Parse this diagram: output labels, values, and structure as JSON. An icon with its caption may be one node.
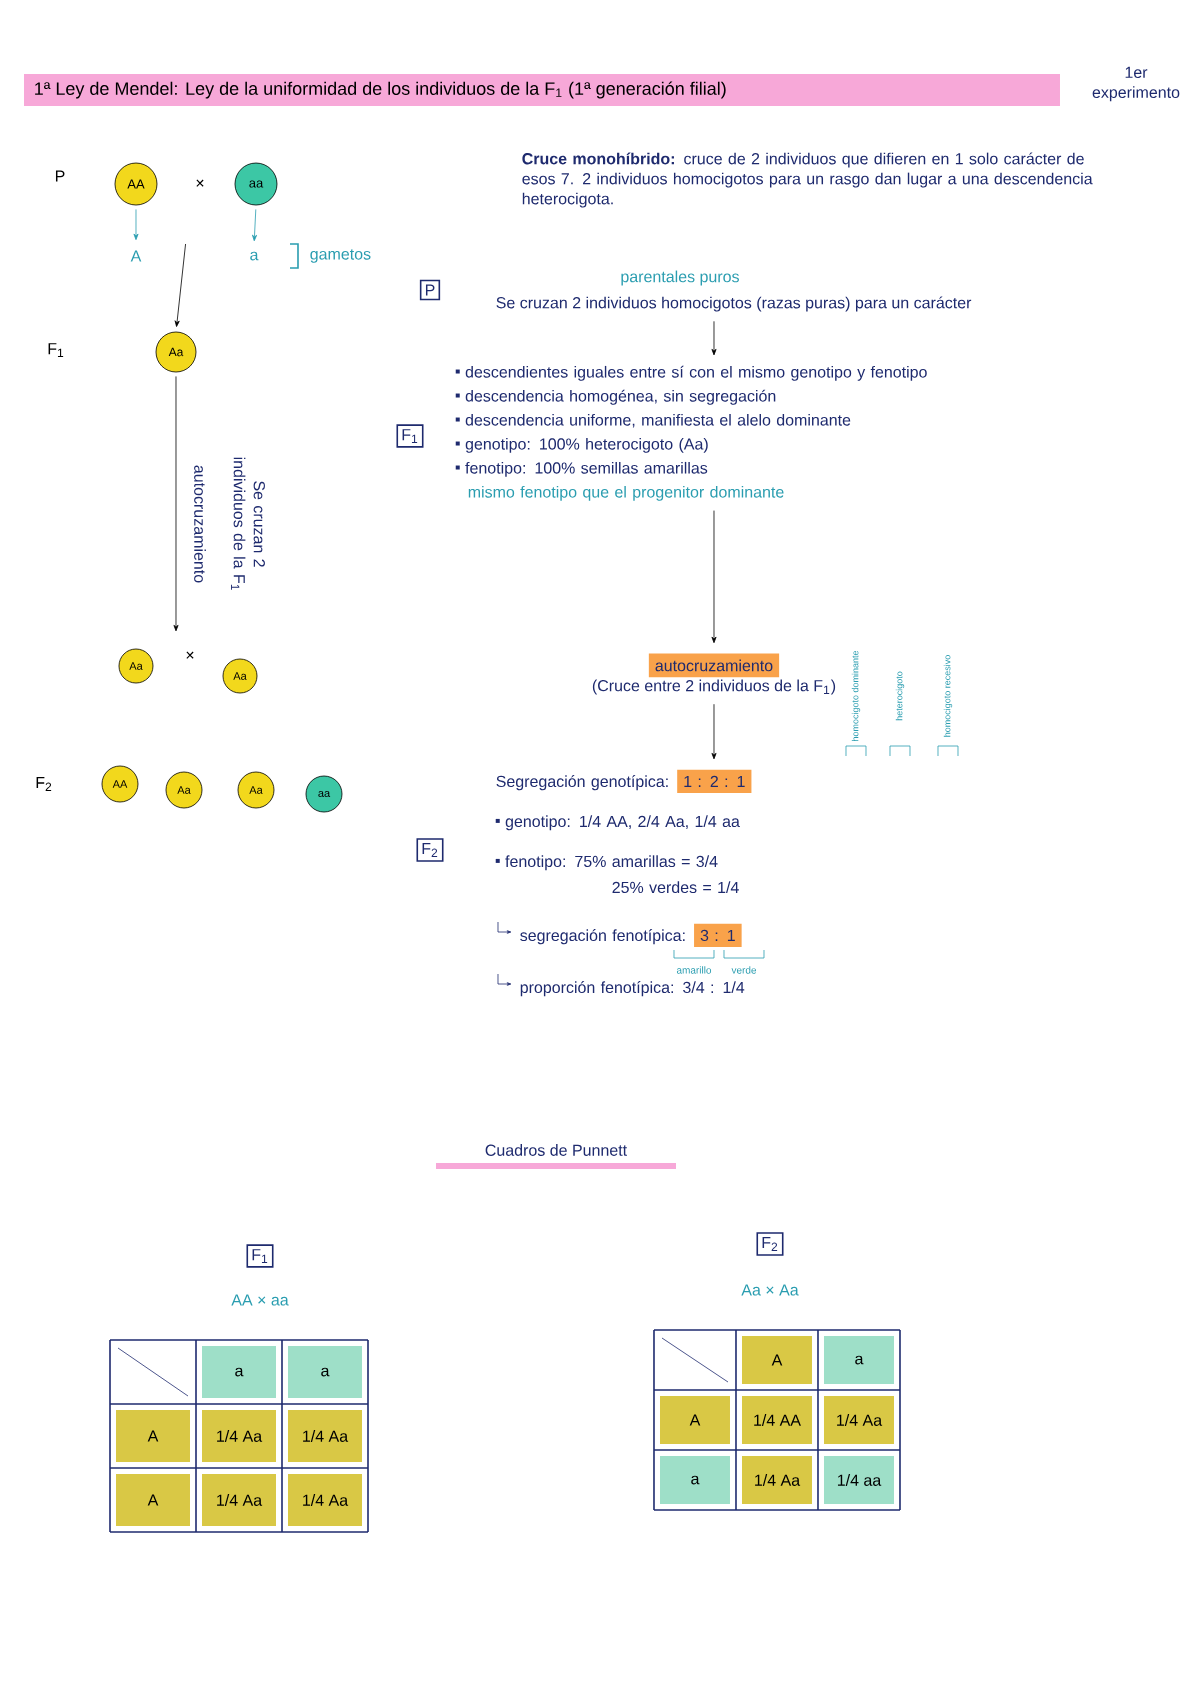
{
  "diagram": {
    "title": "1ª Ley de Mendel: Ley de la uniformidad de los individuos de la F$_{1}$ (1ª generación filial)",
    "nodes": [
      {
        "text": [
          "AA"
        ]
      },
      {
        "text": [
          "aa"
        ]
      },
      {
        "text": [
          "A"
        ]
      },
      {
        "text": [
          "a"
        ]
      },
      {
        "text": [
          "Aa"
        ]
      },
      {
        "text": [
          "Aa"
        ]
      },
      {
        "text": [
          "Aa"
        ]
      },
      {
        "text": [
          "AA"
        ]
      },
      {
        "text": [
          "Aa"
        ]
      },
      {
        "text": [
          "Aa"
        ]
      },
      {
        "text": [
          "aa"
        ]
      },
      {
        "text": [
          "P"
        ]
      },
      {
        "text": [
          "Se cruzan 2 individuos homocigotos (razas puras) para un carácter"
        ],
        "beside": [
          "parentales puros"
        ]
      },
      {
        "text": [
          "F$_{1}$"
        ]
      },
      {
        "text": [
          "descendientes iguales entre sí con el mismo genotipo y fenotipo",
          "descendencia homogénea, sin segregación",
          "descendencia uniforme, manifiesta el alelo dominante",
          "genotipo: 100% heterocigoto (Aa)",
          "fenotipo: 100% semillas amarillas",
          "mismo fenotipo que el progenitor dominante"
        ]
      },
      {
        "text": [
          "autocruzamiento",
          "(Cruce entre 2 individuos de la F$_{1}$)"
        ]
      },
      {
        "text": [
          "F$_{2}$"
        ]
      },
      {
        "text": [
          "Segregación genotípica:",
          "1 : 2 : 1",
          "genotipo: 1/4 AA, 2/4 Aa, 1/4 aa",
          "fenotipo: 75% amarillas = 3/4",
          "25% verdes = 1/4",
          "segregación fenotípica:",
          "3 : 1",
          "proporción fenotípica: 3/4 : 1/4"
        ]
      },
      {
        "text": [
          "F$_{1}$"
        ]
      },
      {
        "text": [
          "F$_{2}$"
        ]
      }
    ],
    "edges": [
      {
        "from": 0,
        "to": 2,
        "arrow": "to",
        "color": "#2a9db0"
      },
      {
        "from": 1,
        "to": 3,
        "arrow": "to",
        "color": "#2a9db0"
      },
      {
        "from": null,
        "to": 4,
        "arrow": "to"
      },
      {
        "from": 4,
        "to": 5,
        "arrow": "to",
        "label": "autocruzamiento"
      },
      {
        "from": 12,
        "to": 14,
        "arrow": "to"
      },
      {
        "from": 14,
        "to": 15,
        "arrow": "to"
      },
      {
        "from": 15,
        "to": 17,
        "arrow": "to"
      }
    ],
    "labels": [
      "1er experimento",
      "**Cruce monohíbrido:** cruce de 2 individuos que difieren en 1 solo carácter de esos 7. 2 individuos homocigotos para un rasgo dan lugar a una descendencia heterocigota.",
      "P",
      "×",
      "gametos",
      "F$_{1}$",
      "Se cruzan 2 individuos de la F$_{1}$",
      "×",
      "F$_{2}$",
      "homocigoto dominante",
      "heterocigoto",
      "homocigoto recesivo",
      "amarillo",
      "verde",
      "Cuadros de Punnett",
      "AA × aa",
      "a",
      "a",
      "A",
      "1/4 Aa",
      "1/4 Aa",
      "A",
      "1/4 Aa",
      "1/4 Aa",
      "Aa × Aa",
      "A",
      "a",
      "A",
      "1/4 AA",
      "1/4 Aa",
      "a",
      "1/4 Aa",
      "1/4 aa"
    ]
  }
}
